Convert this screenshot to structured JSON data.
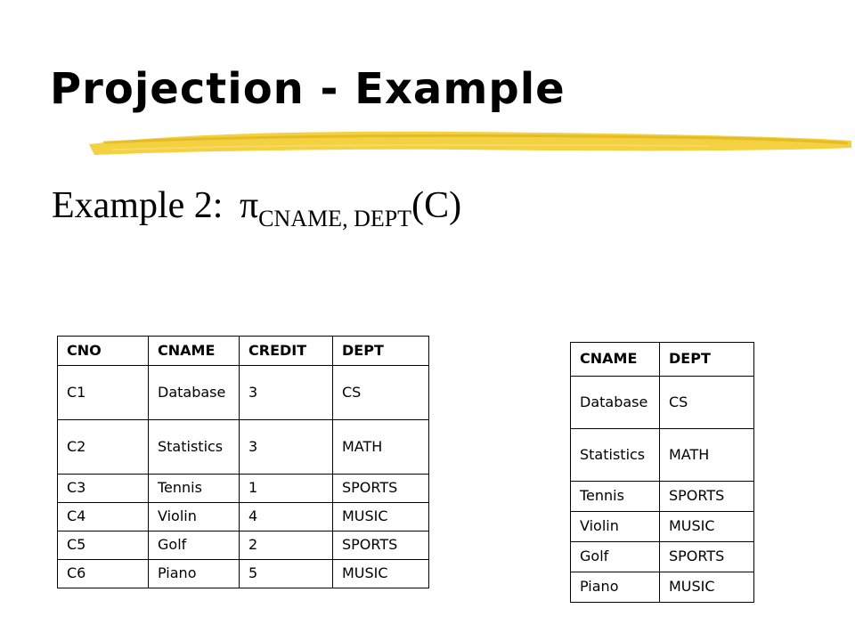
{
  "slide": {
    "title": "Projection - Example",
    "subtitle_prefix": "Example 2: ",
    "pi_symbol": "π",
    "subscript": "CNAME, DEPT",
    "relation": "(C)"
  },
  "colors": {
    "highlight": "#f2cc2c",
    "border": "#000000"
  },
  "source_table": {
    "headers": [
      "CNO",
      "CNAME",
      "CREDIT",
      "DEPT"
    ],
    "rows": [
      [
        "C1",
        "Database",
        "3",
        "CS"
      ],
      [
        "C2",
        "Statistics",
        "3",
        "MATH"
      ],
      [
        "C3",
        "Tennis",
        "1",
        "SPORTS"
      ],
      [
        "C4",
        "Violin",
        "4",
        "MUSIC"
      ],
      [
        "C5",
        "Golf",
        "2",
        "SPORTS"
      ],
      [
        "C6",
        "Piano",
        "5",
        "MUSIC"
      ]
    ]
  },
  "result_table": {
    "headers": [
      "CNAME",
      "DEPT"
    ],
    "rows": [
      [
        "Database",
        "CS"
      ],
      [
        "Statistics",
        "MATH"
      ],
      [
        "Tennis",
        "SPORTS"
      ],
      [
        "Violin",
        "MUSIC"
      ],
      [
        "Golf",
        "SPORTS"
      ],
      [
        "Piano",
        "MUSIC"
      ]
    ]
  }
}
